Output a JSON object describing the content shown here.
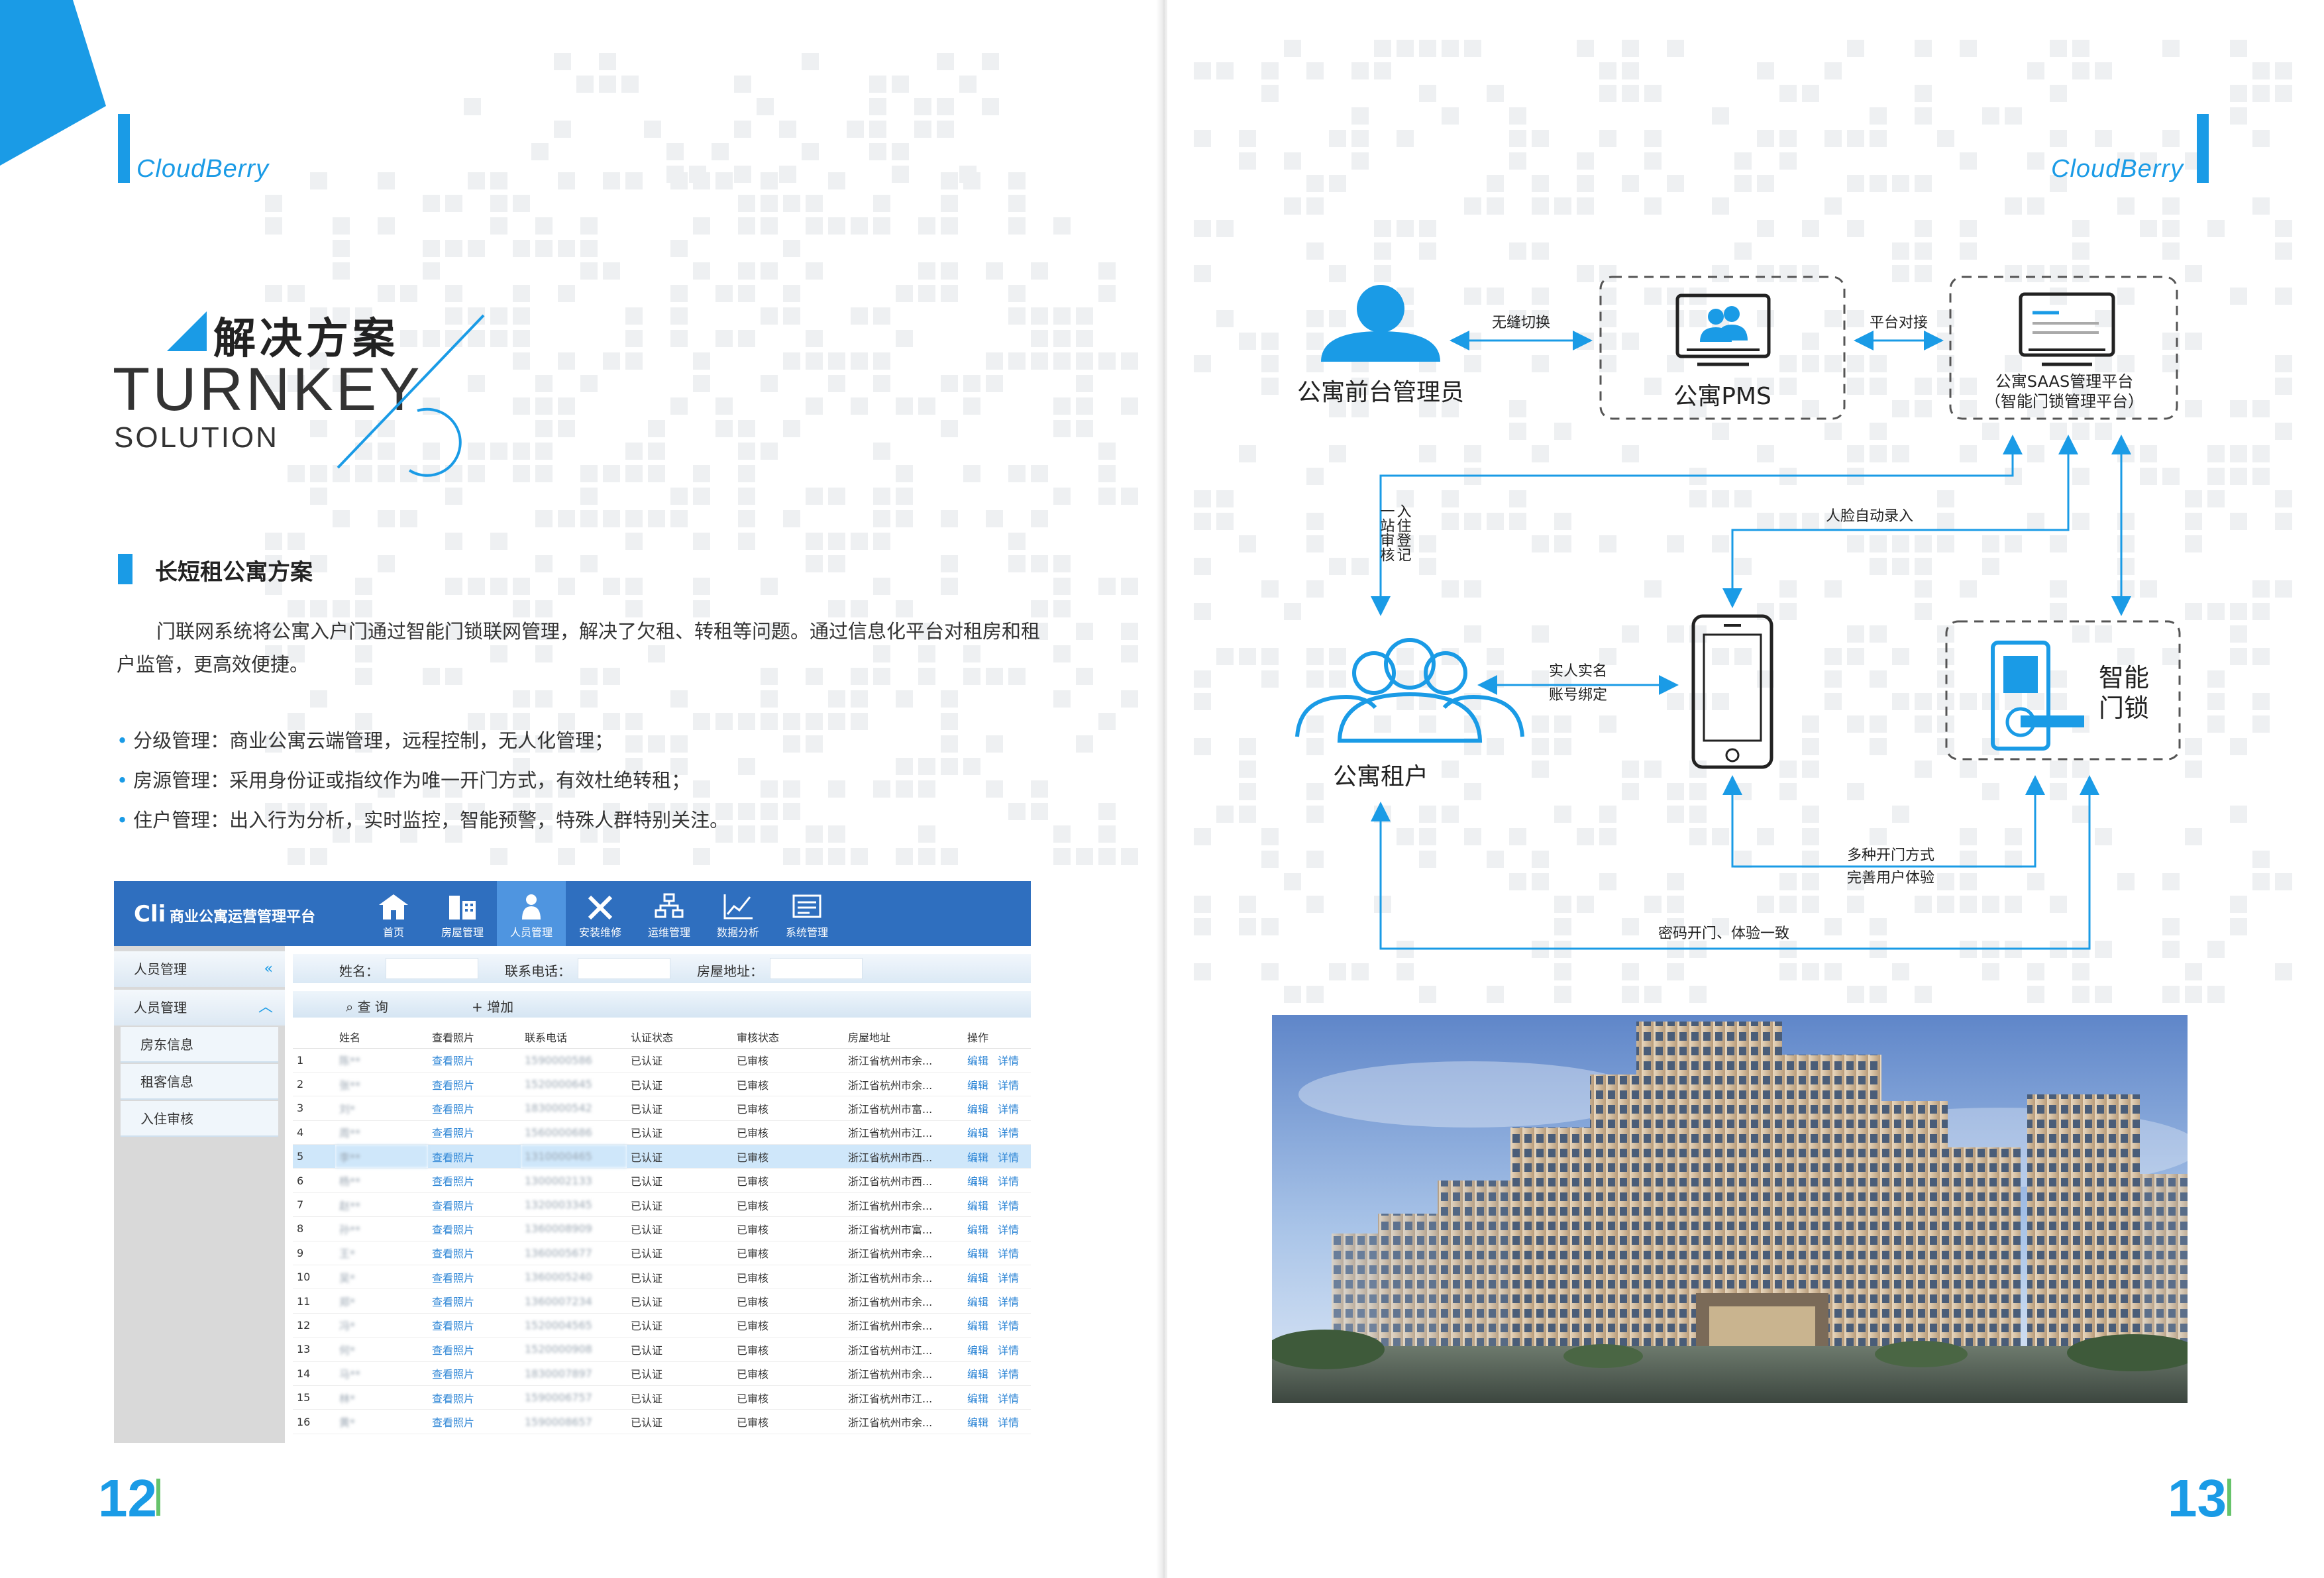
{
  "brand": {
    "logo_text_left": "CloudBerry",
    "logo_text_right": "CloudBerry",
    "accent_color": "#1a9be6"
  },
  "left_page": {
    "heading_cn": "解决方案",
    "heading_en": "TURNKEY",
    "heading_en_sub": "SOLUTION",
    "section_title": "长短租公寓方案",
    "paragraph": "门联网系统将公寓入户门通过智能门锁联网管理，解决了欠租、转租等问题。通过信息化平台对租房和租户监管，更高效便捷。",
    "bullets": [
      "分级管理：商业公寓云端管理，远程控制，无人化管理；",
      "房源管理：采用身份证或指纹作为唯一开门方式，有效杜绝转租；",
      "住户管理：出入行为分析，实时监控，智能预警，特殊人群特别关注。"
    ],
    "page_number": "12"
  },
  "ui_screenshot": {
    "app_logo": "Cli",
    "app_title": "商业公寓运营管理平台",
    "nav": [
      {
        "label": "首页",
        "icon": "home-icon"
      },
      {
        "label": "房屋管理",
        "icon": "building-icon"
      },
      {
        "label": "人员管理",
        "icon": "person-icon"
      },
      {
        "label": "安装维修",
        "icon": "tools-icon"
      },
      {
        "label": "运维管理",
        "icon": "org-chart-icon"
      },
      {
        "label": "数据分析",
        "icon": "line-chart-icon"
      },
      {
        "label": "系统管理",
        "icon": "settings-panel-icon"
      }
    ],
    "active_nav": "人员管理",
    "sidebar": {
      "head1": "人员管理",
      "head2": "人员管理",
      "items": [
        "房东信息",
        "租客信息",
        "入住审核"
      ]
    },
    "search": {
      "name_label": "姓名：",
      "phone_label": "联系电话：",
      "address_label": "房屋地址："
    },
    "toolbar": {
      "query": "查 询",
      "add": "+ 增加"
    },
    "table": {
      "columns": [
        "",
        "姓名",
        "查看照片",
        "联系电话",
        "认证状态",
        "审核状态",
        "房屋地址",
        "操作"
      ],
      "rows": [
        [
          "1",
          "陈**",
          "查看照片",
          "1590000586",
          "已认证",
          "已审核",
          "浙江省杭州市余..."
        ],
        [
          "2",
          "张**",
          "查看照片",
          "1520000645",
          "已认证",
          "已审核",
          "浙江省杭州市余..."
        ],
        [
          "3",
          "刘*",
          "查看照片",
          "1830000542",
          "已认证",
          "已审核",
          "浙江省杭州市富..."
        ],
        [
          "4",
          "周**",
          "查看照片",
          "1560000686",
          "已认证",
          "已审核",
          "浙江省杭州市江..."
        ],
        [
          "5",
          "李**",
          "查看照片",
          "1310000465",
          "已认证",
          "已审核",
          "浙江省杭州市西..."
        ],
        [
          "6",
          "杨**",
          "查看照片",
          "1300002133",
          "已认证",
          "已审核",
          "浙江省杭州市西..."
        ],
        [
          "7",
          "赵**",
          "查看照片",
          "1320003345",
          "已认证",
          "已审核",
          "浙江省杭州市余..."
        ],
        [
          "8",
          "孙**",
          "查看照片",
          "1360008909",
          "已认证",
          "已审核",
          "浙江省杭州市富..."
        ],
        [
          "9",
          "王*",
          "查看照片",
          "1360005677",
          "已认证",
          "已审核",
          "浙江省杭州市余..."
        ],
        [
          "10",
          "吴*",
          "查看照片",
          "1360005240",
          "已认证",
          "已审核",
          "浙江省杭州市余..."
        ],
        [
          "11",
          "郑*",
          "查看照片",
          "1360007234",
          "已认证",
          "已审核",
          "浙江省杭州市余..."
        ],
        [
          "12",
          "冯*",
          "查看照片",
          "1520004565",
          "已认证",
          "已审核",
          "浙江省杭州市余..."
        ],
        [
          "13",
          "何*",
          "查看照片",
          "1520000908",
          "已认证",
          "已审核",
          "浙江省杭州市江..."
        ],
        [
          "14",
          "马**",
          "查看照片",
          "1830007897",
          "已认证",
          "已审核",
          "浙江省杭州市余..."
        ],
        [
          "15",
          "林*",
          "查看照片",
          "1590006757",
          "已认证",
          "已审核",
          "浙江省杭州市江..."
        ],
        [
          "16",
          "黄*",
          "查看照片",
          "1590008657",
          "已认证",
          "已审核",
          "浙江省杭州市余..."
        ]
      ],
      "edit_label": "编辑",
      "detail_label": "详情",
      "selected_row": 5
    }
  },
  "right_page": {
    "page_number": "13",
    "diagram": {
      "nodes": {
        "front_desk": "公寓前台管理员",
        "pms": "公寓PMS",
        "saas_line1": "公寓SAAS管理平台",
        "saas_line2": "（智能门锁管理平台）",
        "tenant": "公寓租户",
        "smart_lock_line1": "智能",
        "smart_lock_line2": "门锁"
      },
      "edges": {
        "seamless_switch": "无缝切换",
        "platform_dock": "平台对接",
        "face_auto_entry": "人脸自动录入",
        "checkin_line1": "入住登记",
        "checkin_line2": "一站审核",
        "realname_line1": "实人实名",
        "realname_line2": "账号绑定",
        "multi_unlock_line1": "多种开门方式",
        "multi_unlock_line2": "完善用户体验",
        "password_unlock": "密码开门、体验一致"
      }
    }
  }
}
